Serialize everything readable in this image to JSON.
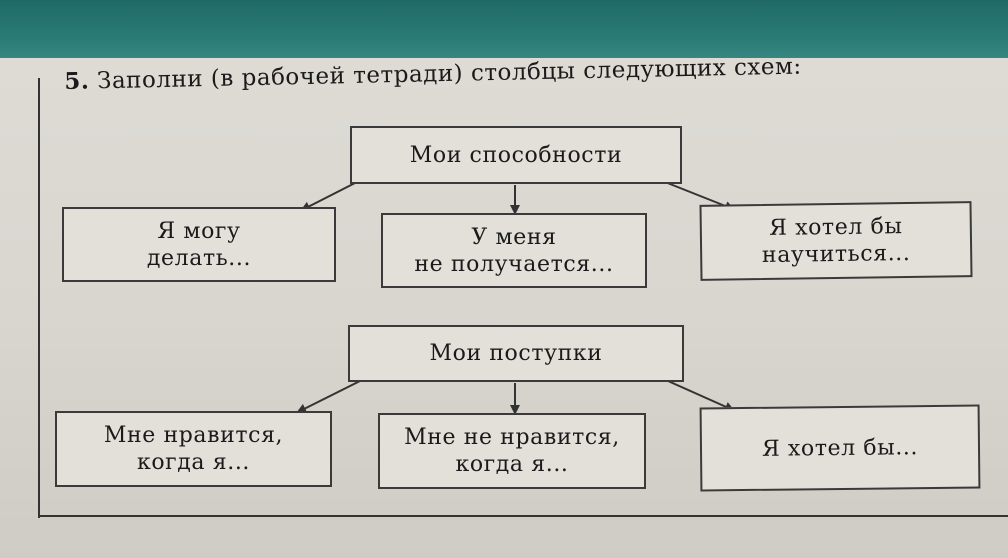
{
  "task": {
    "number": "5.",
    "text": "Заполни (в рабочей тетради) столбцы следующих схем:"
  },
  "scheme1": {
    "top": "Мои способности",
    "left": "Я могу\nделать...",
    "middle": "У меня\nне получается...",
    "right": "Я хотел бы\nнаучиться..."
  },
  "scheme2": {
    "top": "Мои поступки",
    "left": "Мне нравится,\nкогда я...",
    "middle": "Мне не нравится,\nкогда я...",
    "right": "Я хотел бы..."
  }
}
